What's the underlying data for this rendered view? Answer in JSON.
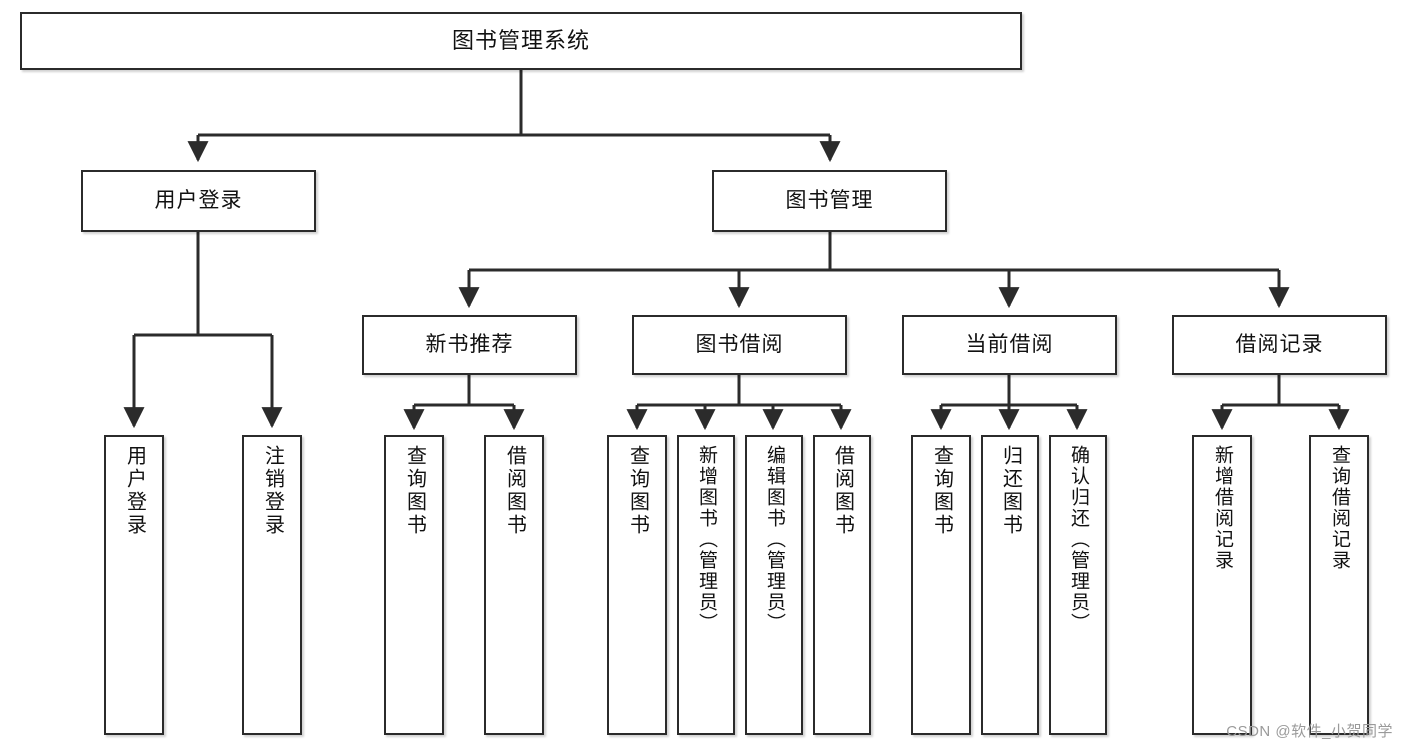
{
  "diagram": {
    "type": "tree-hierarchy-chart",
    "title": "图书管理系统",
    "watermark": "CSDN @软件_小贺同学",
    "colors": {
      "stroke": "#2b2b2b",
      "fill": "#ffffff",
      "text": "#111111",
      "watermark": "#9a9a9a"
    },
    "nodes": {
      "root": {
        "label": "图书管理系统"
      },
      "level2": [
        {
          "id": "user-login",
          "label": "用户登录"
        },
        {
          "id": "book-manage",
          "label": "图书管理"
        }
      ],
      "level3": [
        {
          "id": "new-book-recommend",
          "label": "新书推荐"
        },
        {
          "id": "book-borrow",
          "label": "图书借阅"
        },
        {
          "id": "current-borrow",
          "label": "当前借阅"
        },
        {
          "id": "borrow-record",
          "label": "借阅记录"
        }
      ],
      "leaves": {
        "user-login": [
          {
            "id": "leaf-user-login",
            "label": "用户登录"
          },
          {
            "id": "leaf-user-logout",
            "label": "注销登录"
          }
        ],
        "new-book-recommend": [
          {
            "id": "leaf-query-book-1",
            "label": "查询图书"
          },
          {
            "id": "leaf-borrow-book-1",
            "label": "借阅图书"
          }
        ],
        "book-borrow": [
          {
            "id": "leaf-query-book-2",
            "label": "查询图书"
          },
          {
            "id": "leaf-add-book",
            "label": "新增图书（管理员）"
          },
          {
            "id": "leaf-edit-book",
            "label": "编辑图书（管理员）"
          },
          {
            "id": "leaf-borrow-book-2",
            "label": "借阅图书"
          }
        ],
        "current-borrow": [
          {
            "id": "leaf-query-book-3",
            "label": "查询图书"
          },
          {
            "id": "leaf-return-book",
            "label": "归还图书"
          },
          {
            "id": "leaf-confirm-return",
            "label": "确认归还（管理员）"
          }
        ],
        "borrow-record": [
          {
            "id": "leaf-add-record",
            "label": "新增借阅记录"
          },
          {
            "id": "leaf-query-record",
            "label": "查询借阅记录"
          }
        ]
      }
    }
  }
}
